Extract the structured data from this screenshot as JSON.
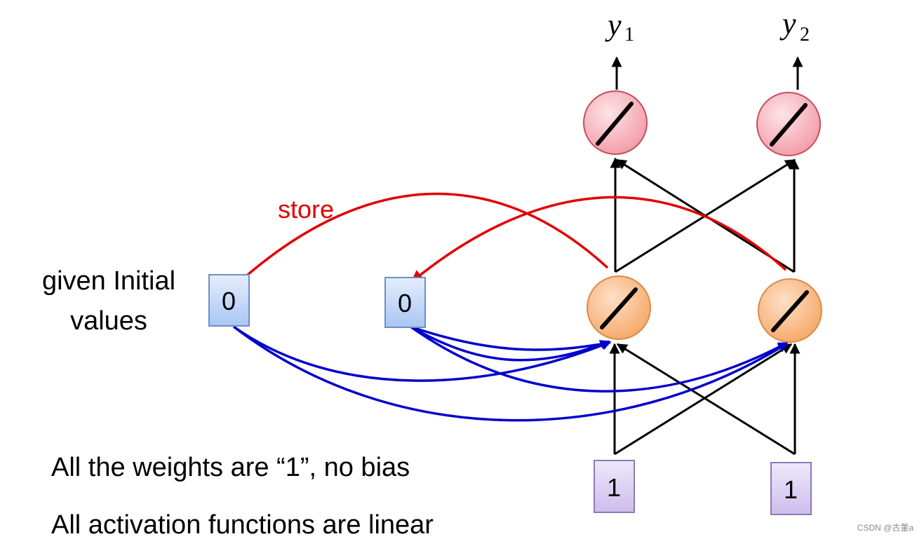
{
  "labels": {
    "given_line1": "given Initial",
    "given_line2": "values",
    "store": "store",
    "weights_note": "All the weights are “1”, no bias",
    "activation_note": "All activation functions are linear",
    "watermark": "CSDN @古董a"
  },
  "outputs": [
    {
      "symbol": "y",
      "subscript": "1"
    },
    {
      "symbol": "y",
      "subscript": "2"
    }
  ],
  "memory": [
    {
      "value": "0"
    },
    {
      "value": "0"
    }
  ],
  "inputs": [
    {
      "value": "1"
    },
    {
      "value": "1"
    }
  ],
  "colors": {
    "store_arrow": "#e00000",
    "feedback_arrow": "#0000cc",
    "output_node_fill": "#f7b4bd",
    "hidden_node_fill": "#f9b27a",
    "memory_box_fill": "#bcd4f7",
    "input_box_fill": "#d6c8f0",
    "edge": "#000000"
  }
}
